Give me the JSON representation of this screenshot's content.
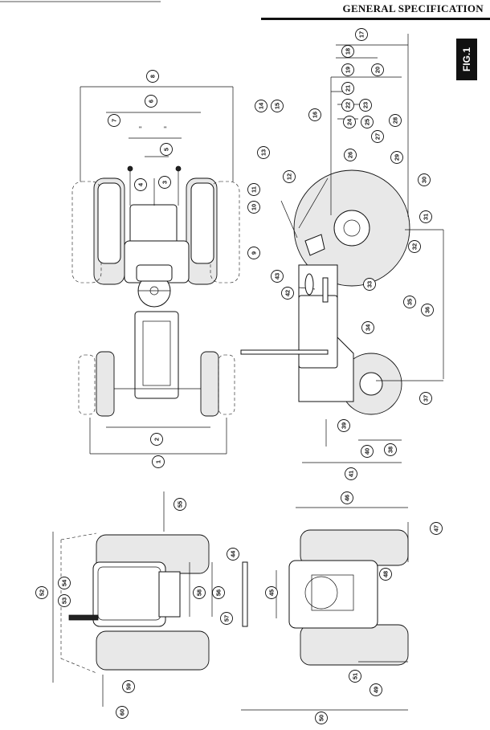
{
  "header": {
    "title": "GENERAL SPECIFICATION",
    "fig_label": "FIG.1"
  },
  "callouts": [
    "1",
    "2",
    "3",
    "4",
    "5",
    "6",
    "7",
    "8",
    "9",
    "10",
    "11",
    "12",
    "13",
    "14",
    "15",
    "16",
    "17",
    "18",
    "19",
    "20",
    "21",
    "22",
    "23",
    "24",
    "25",
    "26",
    "27",
    "28",
    "29",
    "30",
    "31",
    "32",
    "33",
    "34",
    "35",
    "36",
    "37",
    "38",
    "39",
    "40",
    "41",
    "42",
    "43",
    "44",
    "45",
    "46",
    "47",
    "48",
    "49",
    "50",
    "51",
    "52",
    "53",
    "54",
    "55",
    "56",
    "57",
    "58",
    "59",
    "60"
  ],
  "marks": {
    "quote_mark": "\""
  }
}
